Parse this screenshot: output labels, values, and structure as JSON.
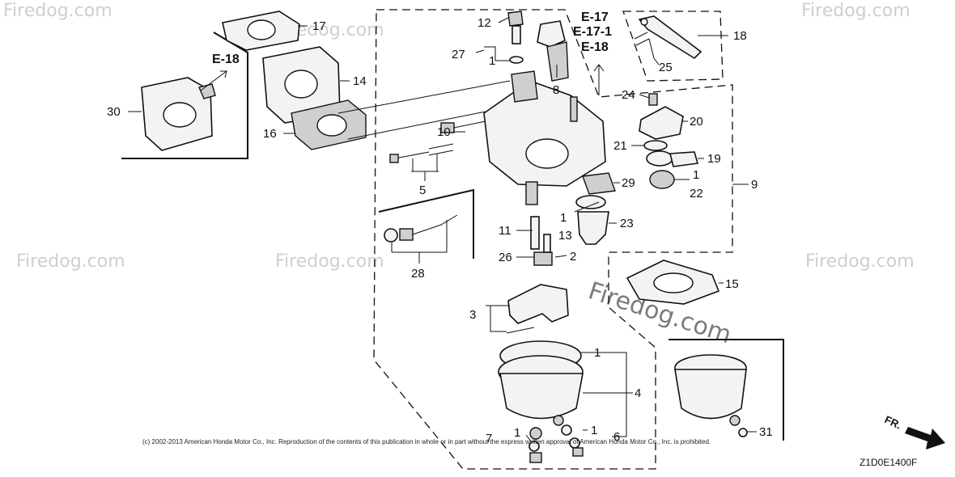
{
  "callouts": {
    "n1a": "1",
    "n1b": "1",
    "n1c": "1",
    "n1d": "1",
    "n1e": "1",
    "n1f": "1",
    "n2": "2",
    "n3": "3",
    "n4": "4",
    "n5": "5",
    "n6": "6",
    "n7": "7",
    "n8": "8",
    "n9": "9",
    "n10": "10",
    "n11": "11",
    "n12": "12",
    "n13": "13",
    "n14": "14",
    "n15": "15",
    "n16": "16",
    "n17": "17",
    "n18": "18",
    "n19": "19",
    "n20": "20",
    "n21": "21",
    "n22": "22",
    "n23": "23",
    "n24": "24",
    "n25": "25",
    "n26": "26",
    "n27": "27",
    "n28": "28",
    "n29": "29",
    "n30": "30",
    "n31": "31"
  },
  "references": {
    "left": "E-18",
    "top_1": "E-17",
    "top_2": "E-17-1",
    "top_3": "E-18"
  },
  "watermark": {
    "text": "Firedog.com",
    "center_text": "Firedog.com"
  },
  "copyright": "(c) 2002-2013 American Honda Motor Co., Inc. Reproduction of the contents of this publication in whole or in part without the express written approval of American Honda Motor Co., Inc. is prohibited.",
  "diagram_code": "Z1D0E1400F",
  "direction_label": "FR."
}
